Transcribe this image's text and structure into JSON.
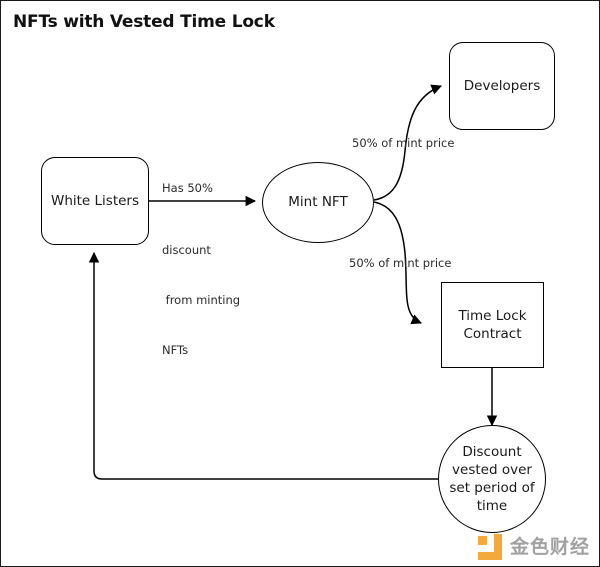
{
  "diagram": {
    "title": "NFTs with Vested Time Lock",
    "type": "flowchart",
    "nodes": [
      {
        "id": "white-listers",
        "label": "White Listers",
        "shape": "rounded-rect"
      },
      {
        "id": "mint-nft",
        "label": "Mint NFT",
        "shape": "ellipse"
      },
      {
        "id": "developers",
        "label": "Developers",
        "shape": "rounded-rect"
      },
      {
        "id": "time-lock-contract",
        "label": "Time Lock\nContract",
        "shape": "rect"
      },
      {
        "id": "discount-vested",
        "label": "Discount\nvested over\nset period of\ntime",
        "shape": "ellipse"
      }
    ],
    "edges": [
      {
        "id": "white-listers-to-mint",
        "from": "white-listers",
        "to": "mint-nft",
        "label_above": "Has 50%",
        "label_below": "discount\n from minting\nNFTs"
      },
      {
        "id": "mint-to-developers",
        "from": "mint-nft",
        "to": "developers",
        "label": "50% of mint price"
      },
      {
        "id": "mint-to-time-lock",
        "from": "mint-nft",
        "to": "time-lock-contract",
        "label": "50% of mint price"
      },
      {
        "id": "time-lock-to-discount",
        "from": "time-lock-contract",
        "to": "discount-vested",
        "label": ""
      },
      {
        "id": "discount-to-white-listers",
        "from": "discount-vested",
        "to": "white-listers",
        "label": ""
      }
    ],
    "node_labels": {
      "white_listers": "White Listers",
      "mint_nft": "Mint NFT",
      "developers": "Developers",
      "time_lock_line1": "Time Lock",
      "time_lock_line2": "Contract",
      "discount_line1": "Discount",
      "discount_line2": "vested over",
      "discount_line3": "set period of",
      "discount_line4": "time"
    },
    "edge_labels": {
      "has_50": "Has 50%",
      "discount": "discount",
      "from_minting": " from minting",
      "nfts": "NFTs",
      "dev_share": "50% of mint price",
      "lock_share": "50% of mint price"
    },
    "colors": {
      "stroke": "#000000",
      "text": "#1a1a1a",
      "label_text": "#2b2b2b",
      "background": "#ffffff",
      "border": "#1a1a1a"
    }
  },
  "watermark": {
    "text": "金色财经",
    "logo_color": "#F2A22C",
    "text_color": "#9a9a9a"
  }
}
